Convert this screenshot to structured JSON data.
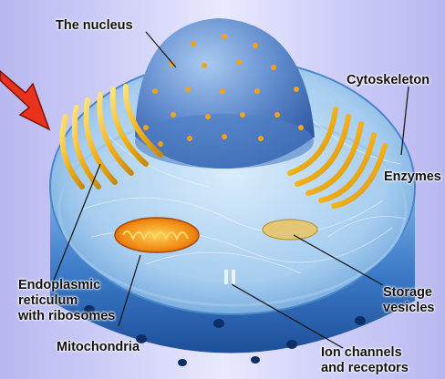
{
  "labels": {
    "nucleus": "The nucleus",
    "cytoskeleton": "Cytoskeleton",
    "enzymes": "Enzymes",
    "er": "Endoplasmic\nreticulum\nwith ribosomes",
    "storage": "Storage\nvesicles",
    "mitochondria": "Mitochondria",
    "ion": "Ion channels\nand receptors"
  },
  "colors": {
    "arrow": "#e8321c",
    "cell_blue": "#3f7ec8",
    "organelle_gold": "#f2b21c"
  },
  "icons": {
    "pointer": "red-arrow-icon"
  }
}
